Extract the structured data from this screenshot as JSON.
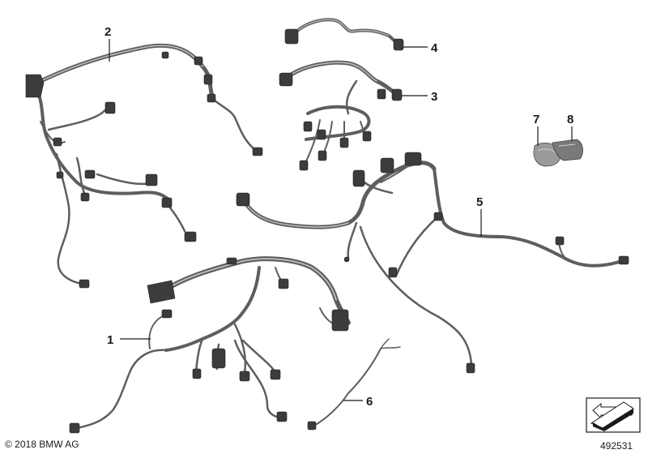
{
  "callouts": [
    {
      "id": "1",
      "label": "1"
    },
    {
      "id": "2",
      "label": "2"
    },
    {
      "id": "3",
      "label": "3"
    },
    {
      "id": "4",
      "label": "4"
    },
    {
      "id": "5",
      "label": "5"
    },
    {
      "id": "6",
      "label": "6"
    },
    {
      "id": "7",
      "label": "7"
    },
    {
      "id": "8",
      "label": "8"
    }
  ],
  "footer": {
    "copyright": "© 2018 BMW AG",
    "reference_number": "492531"
  },
  "icons": {
    "corner_icon": "arrow-icon"
  }
}
